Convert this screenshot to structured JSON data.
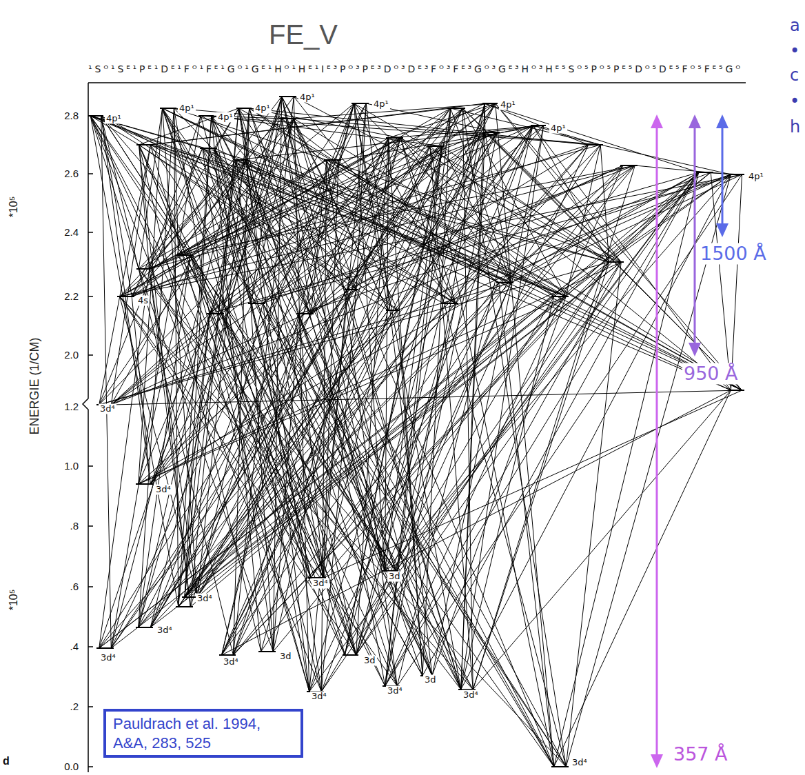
{
  "diagram": {
    "title": "FE_V",
    "nodes": [
      {
        "text": [
          "Pauldrach et al. 1994, A&A, 283, 525"
        ]
      }
    ],
    "labels": [
      "¹Sᴼ¹Sᴱ¹Pᴱ¹Dᴱ¹Fᴼ¹Fᴱ¹Gᴼ¹Gᴱ¹Hᴼ¹Hᴱ¹Iᴱ³Pᴼ³Pᴱ³Dᴼ³Dᴱ³Fᴼ³Fᴱ³Gᴼ³Gᴱ³Hᴼ³Hᴱ⁵Sᴼ⁵Pᴼ⁵Pᴱ⁵Dᴼ⁵Dᴱ⁵Fᴼ⁵Fᴱ⁵Gᴼ",
      "2.8",
      "2.6",
      "2.4",
      "2.2",
      "2.0",
      "1.2",
      "1.0",
      ".8",
      ".6",
      ".4",
      ".2",
      "0.0",
      "*10⁵",
      "*10⁵",
      "ENERGIE (1/CM)",
      "d",
      "4p¹",
      "4p¹",
      "4p¹",
      "4p¹",
      "4p¹",
      "4p¹",
      "4p¹",
      "4p¹",
      "4p¹",
      "4s",
      "3d⁴",
      "3d⁴",
      "3d⁴",
      "3d⁴",
      "3d⁴",
      "3d⁴",
      "3d",
      "3d⁴",
      "3d",
      "3d⁴",
      "3d",
      "3d⁴",
      "3d⁴",
      "3d⁴",
      "3d",
      "1500 Å",
      "950 Å",
      "357 Å",
      "a",
      "•",
      "c",
      "•",
      "h"
    ]
  }
}
